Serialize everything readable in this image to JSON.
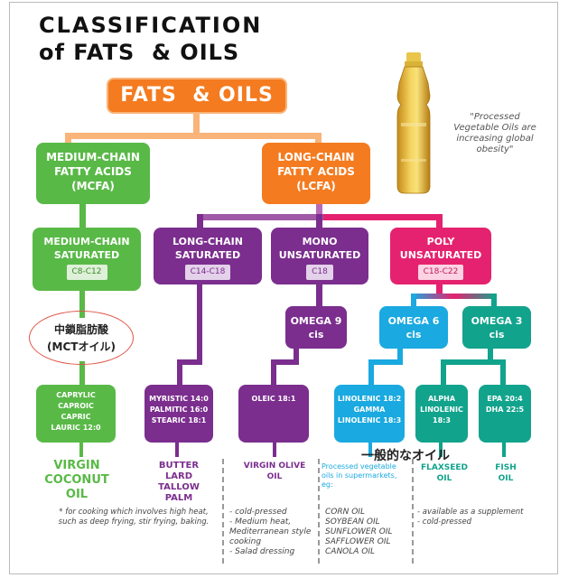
{
  "title_line1": "CLASSIFICATION",
  "title_line2": "of FATS  & OILS",
  "root": "FATS  & OILS",
  "quote": "\"Processed Vegetable Oils are increasing global obesity\"",
  "mcfa": {
    "l1": "MEDIUM-CHAIN",
    "l2": "FATTY ACIDS",
    "l3": "(MCFA)"
  },
  "lcfa": {
    "l1": "LONG-CHAIN",
    "l2": "FATTY ACIDS",
    "l3": "(LCFA)"
  },
  "mc_sat": {
    "l1": "MEDIUM-CHAIN",
    "l2": "SATURATED",
    "tag": "C8-C12"
  },
  "lc_sat": {
    "l1": "LONG-CHAIN",
    "l2": "SATURATED",
    "tag": "C14-C18"
  },
  "mono": {
    "l1": "MONO",
    "l2": "UNSATURATED",
    "tag": "C18"
  },
  "poly": {
    "l1": "POLY",
    "l2": "UNSATURATED",
    "tag": "C18-C22"
  },
  "omega9": {
    "l1": "OMEGA 9",
    "l2": "cis"
  },
  "omega6": {
    "l1": "OMEGA 6",
    "l2": "cis"
  },
  "omega3": {
    "l1": "OMEGA 3",
    "l2": "cis"
  },
  "jp_mct": {
    "l1": "中鎖脂肪酸",
    "l2": "(MCTオイル)"
  },
  "jp_general": "一般的なオイル",
  "acid_caprylic": [
    "CAPRYLIC",
    "CAPROIC",
    "CAPRIC",
    "LAURIC 12:0"
  ],
  "acid_myristic": [
    "MYRISTIC 14:0",
    "PALMITIC 16:0",
    "STEARIC 18:1"
  ],
  "acid_oleic": [
    "OLEIC 18:1"
  ],
  "acid_linolenic": [
    "LINOLENIC 18:2",
    "GAMMA",
    "LINOLENIC 18:3"
  ],
  "acid_alpha": [
    "ALPHA",
    "LINOLENIC",
    "18:3"
  ],
  "acid_epa": [
    "EPA 20:4",
    "DHA 22:5"
  ],
  "food_coconut": [
    "VIRGIN",
    "COCONUT",
    "OIL"
  ],
  "food_butter": [
    "BUTTER",
    "LARD",
    "TALLOW",
    "PALM"
  ],
  "food_olive": [
    "VIRGIN OLIVE",
    "OIL"
  ],
  "food_processed": [
    "Processed vegetable",
    "oils in supermarkets,",
    "eg:"
  ],
  "food_flax": [
    "FLAXSEED",
    "OIL"
  ],
  "food_fish": [
    "FISH",
    "OIL"
  ],
  "note_coconut": [
    "* for cooking which involves high heat,",
    "such as deep frying, stir frying, baking."
  ],
  "note_olive": [
    "- cold-pressed",
    "- Medium heat,",
    "Mediterranean style",
    "cooking",
    "- Salad dressing"
  ],
  "note_processed": [
    "CORN OIL",
    "SOYBEAN OIL",
    "SUNFLOWER OIL",
    "SAFFLOWER OIL",
    "CANOLA OIL"
  ],
  "note_flax": [
    "- available as a supplement",
    "- cold-pressed"
  ],
  "colors": {
    "orange": "#f47b20",
    "green": "#59b947",
    "purple": "#7b2e8e",
    "pink": "#e5226f",
    "cyan": "#1aa9e0",
    "teal": "#12a38c",
    "peach": "#f9b47a"
  }
}
